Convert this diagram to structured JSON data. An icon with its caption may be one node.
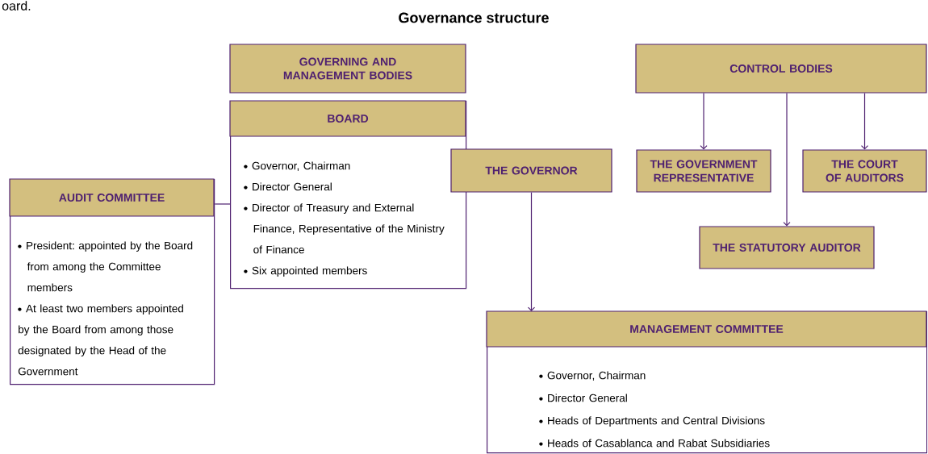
{
  "diagram": {
    "title": "Governance structure",
    "nodes": [
      {
        "text": [
          "GOVERNING AND MANAGEMENT BODIES"
        ]
      },
      {
        "text": [
          "BOARD",
          "Governor, Chairman",
          "Director General",
          "Director of Treasury and External Finance, Representative of the Ministry of Finance",
          "Six appointed members"
        ]
      },
      {
        "text": [
          "AUDIT COMMITTEE",
          "President: appointed by the Board from among the Committee members",
          "At least two members appointed by the Board from among those designated by the Head of the Government"
        ]
      },
      {
        "text": [
          "THE GOVERNOR"
        ]
      },
      {
        "text": [
          "CONTROL BODIES"
        ]
      },
      {
        "text": [
          "THE GOVERNMENT REPRESENTATIVE"
        ]
      },
      {
        "text": [
          "THE COURT OF AUDITORS"
        ]
      },
      {
        "text": [
          "THE STATUTORY AUDITOR"
        ]
      },
      {
        "text": [
          "MANAGEMENT COMMITTEE",
          "Governor, Chairman",
          "Director General",
          "Heads of Departments and Central Divisions",
          "Heads of Casablanca and Rabat Subsidiaries"
        ]
      }
    ],
    "edges": [
      {
        "from": 2,
        "to": 1,
        "arrow": "none"
      },
      {
        "from": 3,
        "to": 8,
        "arrow": "to"
      },
      {
        "from": 4,
        "to": 5,
        "arrow": "to"
      },
      {
        "from": 4,
        "to": 7,
        "arrow": "to"
      },
      {
        "from": 4,
        "to": 6,
        "arrow": "to"
      }
    ],
    "labels": [
      "oard."
    ]
  }
}
